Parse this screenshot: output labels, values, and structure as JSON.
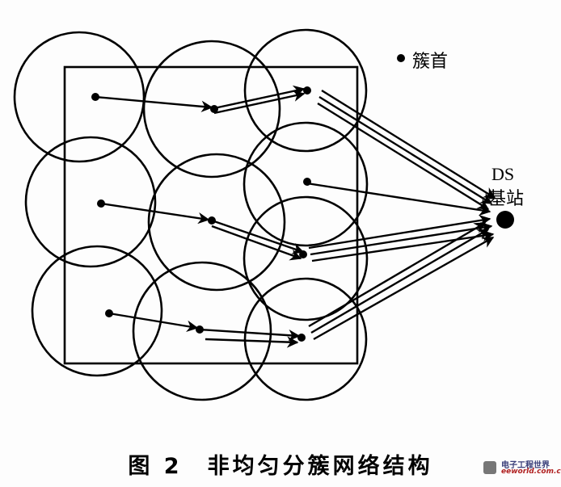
{
  "legend": {
    "label": "簇首"
  },
  "base_station": {
    "line1": "DS",
    "line2": "基站"
  },
  "caption": "图 2　非均匀分簇网络结构",
  "watermark": {
    "cn": "电子工程世界",
    "en": "eeworld.com.cn"
  }
}
